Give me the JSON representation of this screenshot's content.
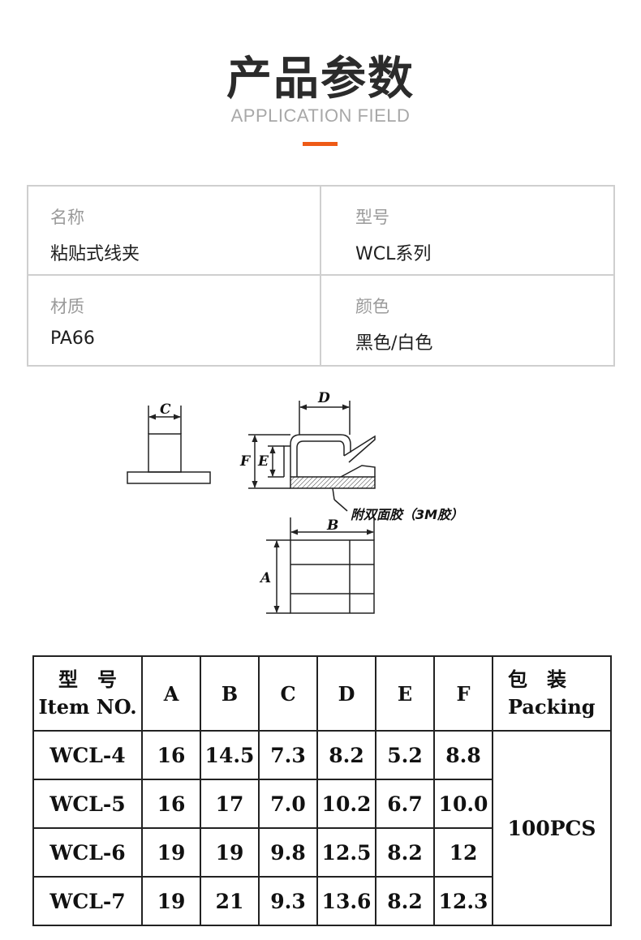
{
  "header": {
    "title": "产品参数",
    "subtitle": "APPLICATION FIELD",
    "accent_color": "#ee5a16"
  },
  "info": [
    {
      "label": "名称",
      "value": "粘贴式线夹"
    },
    {
      "label": "型号",
      "value": "WCL系列"
    },
    {
      "label": "材质",
      "value": "PA66"
    },
    {
      "label": "颜色",
      "value": "黑色/白色"
    }
  ],
  "drawing": {
    "dims": {
      "a": "A",
      "b": "B",
      "c": "C",
      "d": "D",
      "e": "E",
      "f": "F"
    },
    "note": "附双面胶（3M胶）"
  },
  "spec_table": {
    "headers": {
      "model_cn": "型　号",
      "model_en": "Item NO.",
      "a": "A",
      "b": "B",
      "c": "C",
      "d": "D",
      "e": "E",
      "f": "F",
      "packing_cn": "包　装",
      "packing_en": "Packing"
    },
    "rows": [
      {
        "item": "WCL-4",
        "a": "16",
        "b": "14.5",
        "c": "7.3",
        "d": "8.2",
        "e": "5.2",
        "f": "8.8"
      },
      {
        "item": "WCL-5",
        "a": "16",
        "b": "17",
        "c": "7.0",
        "d": "10.2",
        "e": "6.7",
        "f": "10.0"
      },
      {
        "item": "WCL-6",
        "a": "19",
        "b": "19",
        "c": "9.8",
        "d": "12.5",
        "e": "8.2",
        "f": "12"
      },
      {
        "item": "WCL-7",
        "a": "19",
        "b": "21",
        "c": "9.3",
        "d": "13.6",
        "e": "8.2",
        "f": "12.3"
      }
    ],
    "packing": "100PCS"
  }
}
